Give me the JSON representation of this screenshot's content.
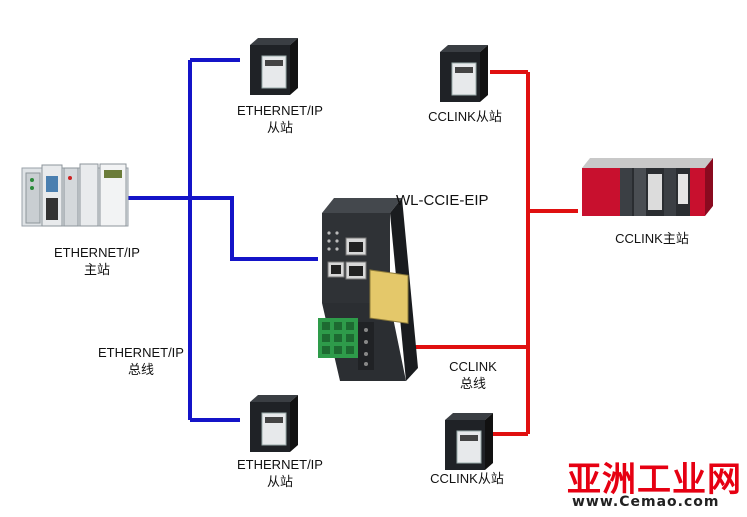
{
  "gateway": {
    "model": "WL-CCIE-EIP"
  },
  "ethernet_master": {
    "line1": "ETHERNET/IP",
    "line2": "主站"
  },
  "ethernet_slave_top": {
    "line1": "ETHERNET/IP",
    "line2": "从站"
  },
  "ethernet_slave_bottom": {
    "line1": "ETHERNET/IP",
    "line2": "从站"
  },
  "ethernet_bus": {
    "line1": "ETHERNET/IP",
    "line2": "总线"
  },
  "cclink_slave_top": {
    "label": "CCLINK从站"
  },
  "cclink_slave_bottom": {
    "label": "CCLINK从站"
  },
  "cclink_master": {
    "label": "CCLINK主站"
  },
  "cclink_bus": {
    "line1": "CCLINK",
    "line2": "总线"
  },
  "watermark": {
    "name": "亚洲工业网",
    "url": "www.Cemao.com"
  },
  "colors": {
    "ethernet_line": "#1414c8",
    "cclink_line": "#e01010",
    "gateway_body": "#2f3236",
    "terminal_green": "#2e9b4a"
  }
}
